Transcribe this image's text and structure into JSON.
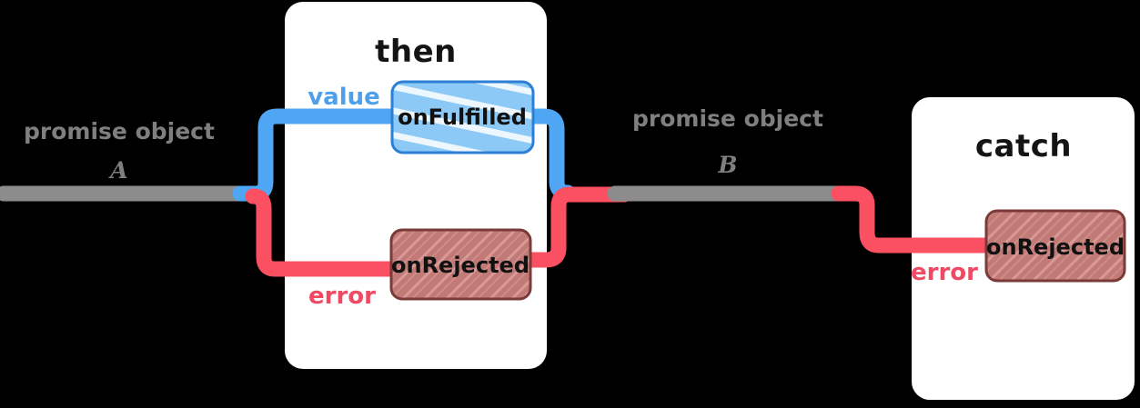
{
  "diagram": {
    "title": "promise then catch chain",
    "background": "#000000",
    "colors": {
      "fulfilled_blue": "#4FA6F5",
      "rejected_red": "#FB5061",
      "promise_gray": "#8C8C8C",
      "panel_white": "#FFFFFF",
      "rejected_fill": "#C27A77",
      "rejected_border": "#7A3A38",
      "fulfilled_fill": "#8CC9F7",
      "fulfilled_border": "#2B7FD4",
      "value_label": "#4FA0EA",
      "error_label": "#EE4A63",
      "node_text": "#111111"
    },
    "panels": [
      {
        "id": "then",
        "label": "then"
      },
      {
        "id": "catch",
        "label": "catch"
      }
    ],
    "nodes": [
      {
        "id": "then-onfulfilled",
        "label": "onFulfilled",
        "style": "fulfilled"
      },
      {
        "id": "then-onrejected",
        "label": "onRejected",
        "style": "rejected"
      },
      {
        "id": "catch-onrejected",
        "label": "onRejected",
        "style": "rejected"
      }
    ],
    "edge_labels": [
      {
        "id": "value",
        "text": "value",
        "kind": "fulfilled"
      },
      {
        "id": "error-then",
        "text": "error",
        "kind": "rejected"
      },
      {
        "id": "error-catch",
        "text": "error",
        "kind": "rejected"
      }
    ],
    "promises": [
      {
        "id": "promise-a",
        "title": "promise object",
        "name": "A"
      },
      {
        "id": "promise-b",
        "title": "promise object",
        "name": "B"
      }
    ]
  }
}
